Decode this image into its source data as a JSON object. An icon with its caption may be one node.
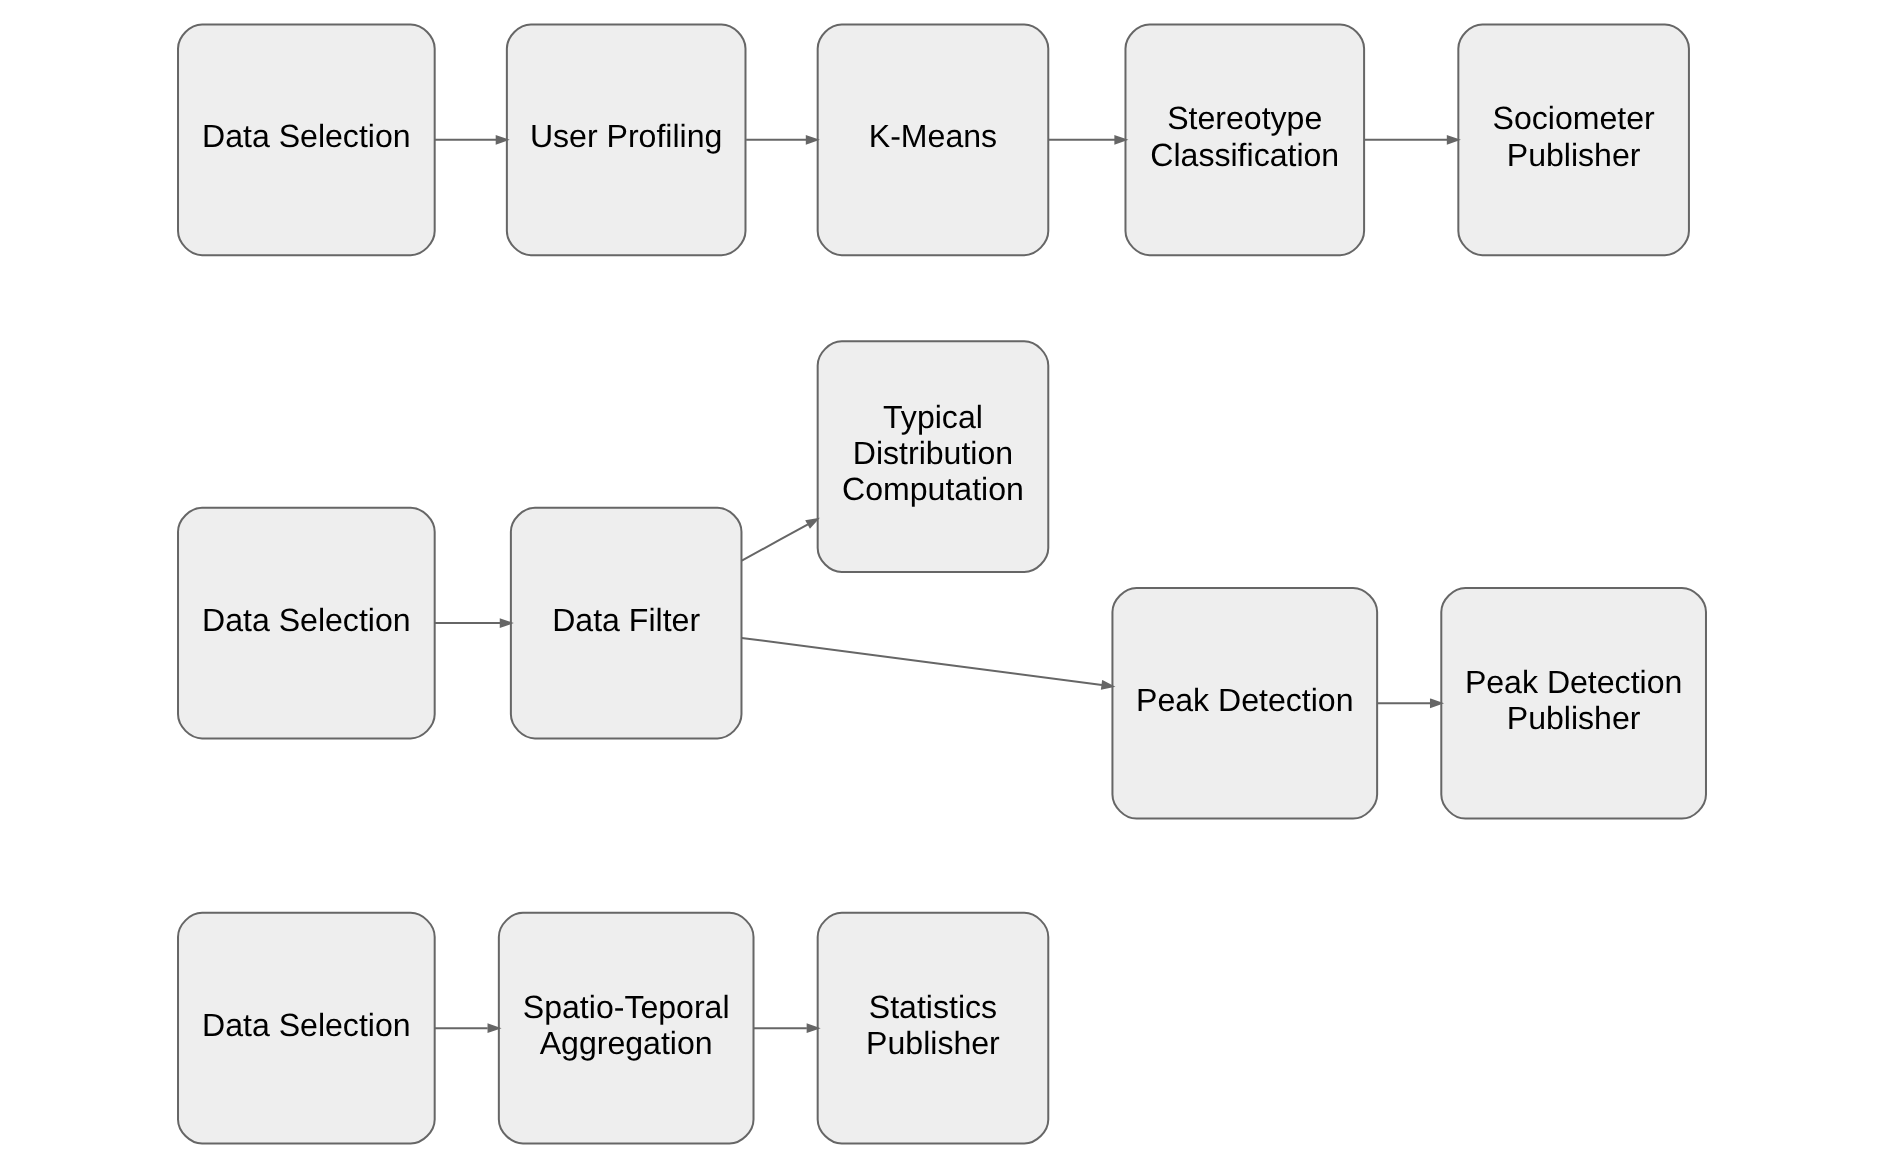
{
  "diagram": {
    "nodes": [
      {
        "text": [
          "Data Selection"
        ]
      },
      {
        "text": [
          "Spatio-Teporal Aggregation"
        ]
      },
      {
        "text": [
          "Statistics Publisher"
        ]
      },
      {
        "text": [
          "Data Selection"
        ]
      },
      {
        "text": [
          "Data Filter"
        ]
      },
      {
        "text": [
          "Typical Distribution Computation"
        ]
      },
      {
        "text": [
          "Peak Detection"
        ]
      },
      {
        "text": [
          "Peak Detection Publisher"
        ]
      },
      {
        "text": [
          "Data Selection"
        ]
      },
      {
        "text": [
          "User Profiling"
        ]
      },
      {
        "text": [
          "K-Means"
        ]
      },
      {
        "text": [
          "Stereotype Classification"
        ]
      },
      {
        "text": [
          "Sociometer Publisher"
        ]
      }
    ],
    "edges": [
      {
        "from": 0,
        "to": 1,
        "arrow": "to"
      },
      {
        "from": 1,
        "to": 2,
        "arrow": "to"
      },
      {
        "from": 3,
        "to": 4,
        "arrow": "to"
      },
      {
        "from": 4,
        "to": 5,
        "arrow": "to"
      },
      {
        "from": 4,
        "to": 6,
        "arrow": "to"
      },
      {
        "from": 6,
        "to": 7,
        "arrow": "to"
      },
      {
        "from": 8,
        "to": 9,
        "arrow": "to"
      },
      {
        "from": 9,
        "to": 10,
        "arrow": "to"
      },
      {
        "from": 10,
        "to": 11,
        "arrow": "to"
      },
      {
        "from": 11,
        "to": 12,
        "arrow": "to"
      }
    ]
  }
}
